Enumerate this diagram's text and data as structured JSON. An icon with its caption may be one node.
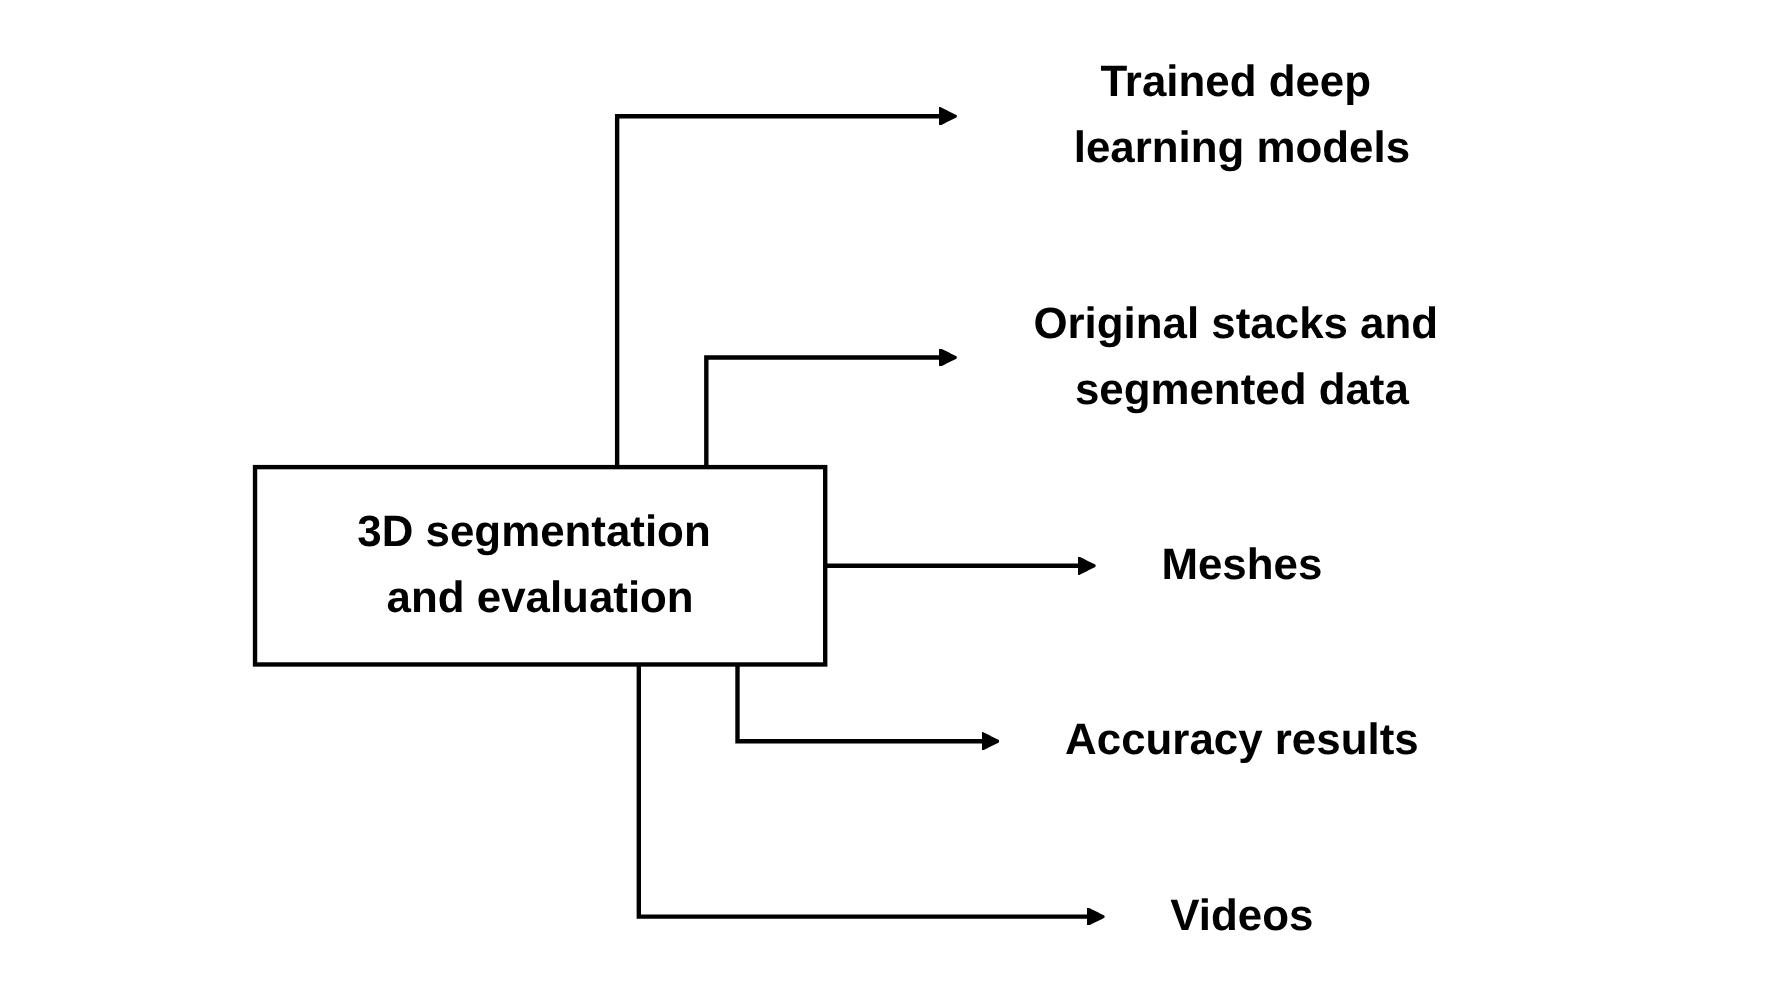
{
  "diagram": {
    "nodes": [
      {
        "text": [
          "3D segmentation and evaluation"
        ]
      },
      {
        "text": [
          "Trained deep learning models"
        ]
      },
      {
        "text": [
          "Original stacks and segmented data"
        ]
      },
      {
        "text": [
          "Meshes"
        ]
      },
      {
        "text": [
          "Accuracy results"
        ]
      },
      {
        "text": [
          "Videos"
        ]
      }
    ],
    "edges": [
      {
        "from": 0,
        "to": 1,
        "arrow": "to"
      },
      {
        "from": 0,
        "to": 2,
        "arrow": "to"
      },
      {
        "from": 0,
        "to": 3,
        "arrow": "to"
      },
      {
        "from": 0,
        "to": 4,
        "arrow": "to"
      },
      {
        "from": 0,
        "to": 5,
        "arrow": "to"
      }
    ]
  }
}
